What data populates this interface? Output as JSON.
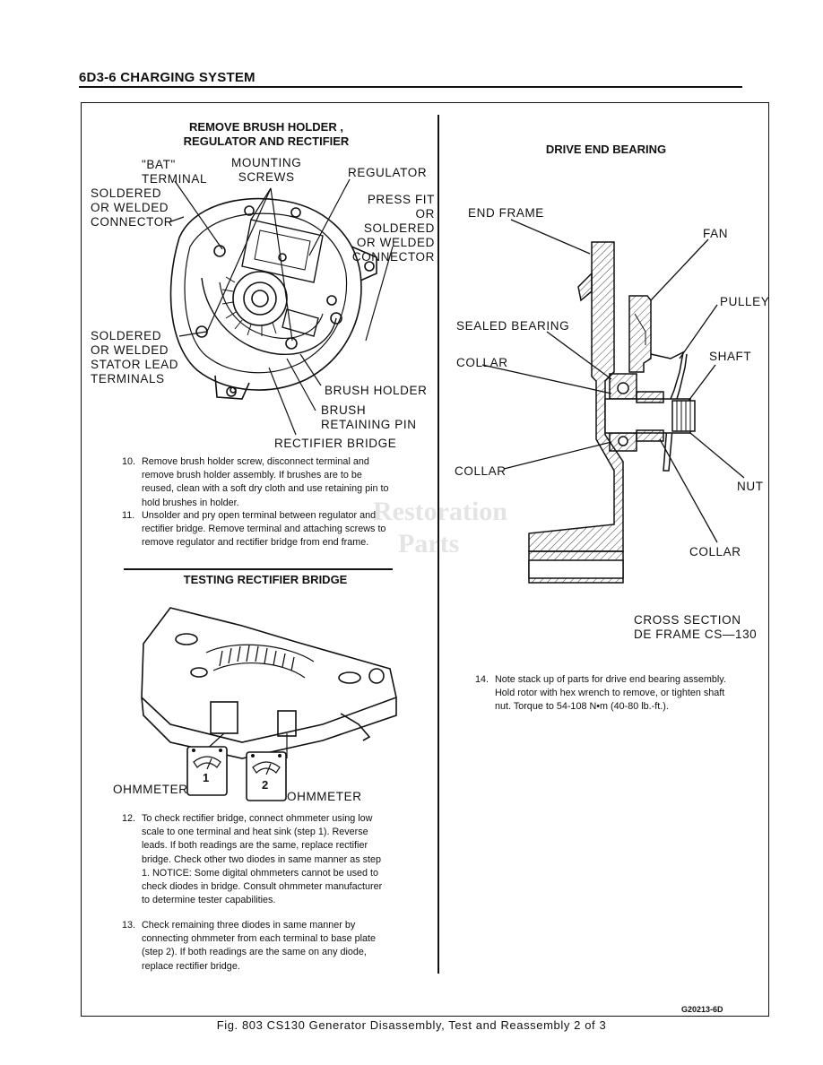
{
  "header": {
    "title": "6D3-6  CHARGING SYSTEM"
  },
  "left_top": {
    "title": "REMOVE BRUSH HOLDER ,\nREGULATOR AND RECTIFIER",
    "labels": {
      "bat_terminal": "\"BAT\"\nTERMINAL",
      "mounting_screws": "MOUNTING\nSCREWS",
      "regulator": "REGULATOR",
      "soldered_connector": "SOLDERED\nOR WELDED\nCONNECTOR",
      "press_fit": "PRESS FIT\nOR SOLDERED\nOR WELDED\nCONNECTOR",
      "stator_lead": "SOLDERED\nOR WELDED\nSTATOR LEAD\nTERMINALS",
      "brush_holder": "BRUSH HOLDER",
      "retaining_pin": "BRUSH\nRETAINING PIN",
      "rectifier_bridge": "RECTIFIER BRIDGE"
    },
    "steps": [
      {
        "num": "10.",
        "text": "Remove brush holder screw, disconnect terminal and remove brush holder assembly. If brushes are to be reused, clean with a soft dry cloth and use retaining pin to hold brushes in holder."
      },
      {
        "num": "11.",
        "text": "Unsolder and pry open terminal between regulator and rectifier bridge. Remove terminal and attaching screws to remove regulator and rectifier bridge from end frame."
      }
    ]
  },
  "left_bottom": {
    "title": "TESTING RECTIFIER BRIDGE",
    "labels": {
      "ohm1": "OHMMETER",
      "ohm2": "OHMMETER",
      "meter1": "1",
      "meter2": "2"
    },
    "steps": [
      {
        "num": "12.",
        "text": "To check rectifier bridge, connect ohmmeter using low scale to one terminal and heat sink (step 1). Reverse leads. If both readings are the same, replace rectifier bridge. Check other two diodes in same manner as step 1. NOTICE: Some digital ohmmeters cannot be used to check diodes in bridge. Consult ohmmeter manufacturer to determine tester capabilities."
      },
      {
        "num": "13.",
        "text": "Check remaining three diodes in same manner by connecting ohmmeter from each terminal to base plate (step 2). If both readings are the same on any diode, replace rectifier bridge."
      }
    ]
  },
  "right": {
    "title": "DRIVE END BEARING",
    "labels": {
      "end_frame": "END FRAME",
      "fan": "FAN",
      "pulley": "PULLEY",
      "sealed_bearing": "SEALED BEARING",
      "shaft": "SHAFT",
      "collar_1": "COLLAR",
      "collar_2": "COLLAR",
      "nut": "NUT",
      "collar_3": "COLLAR"
    },
    "cross_section": "CROSS SECTION\nDE FRAME CS—130",
    "steps": [
      {
        "num": "14.",
        "text": "Note stack up of parts for drive end bearing assembly. Hold rotor with hex wrench to remove, or tighten shaft nut. Torque to 54-108 N•m (40-80 lb.-ft.)."
      }
    ]
  },
  "watermark": {
    "line1": "Restoration",
    "line2": "Parts"
  },
  "footer": {
    "code": "G20213-6D",
    "caption": "Fig. 803 CS130 Generator Disassembly, Test and Reassembly 2 of 3"
  }
}
